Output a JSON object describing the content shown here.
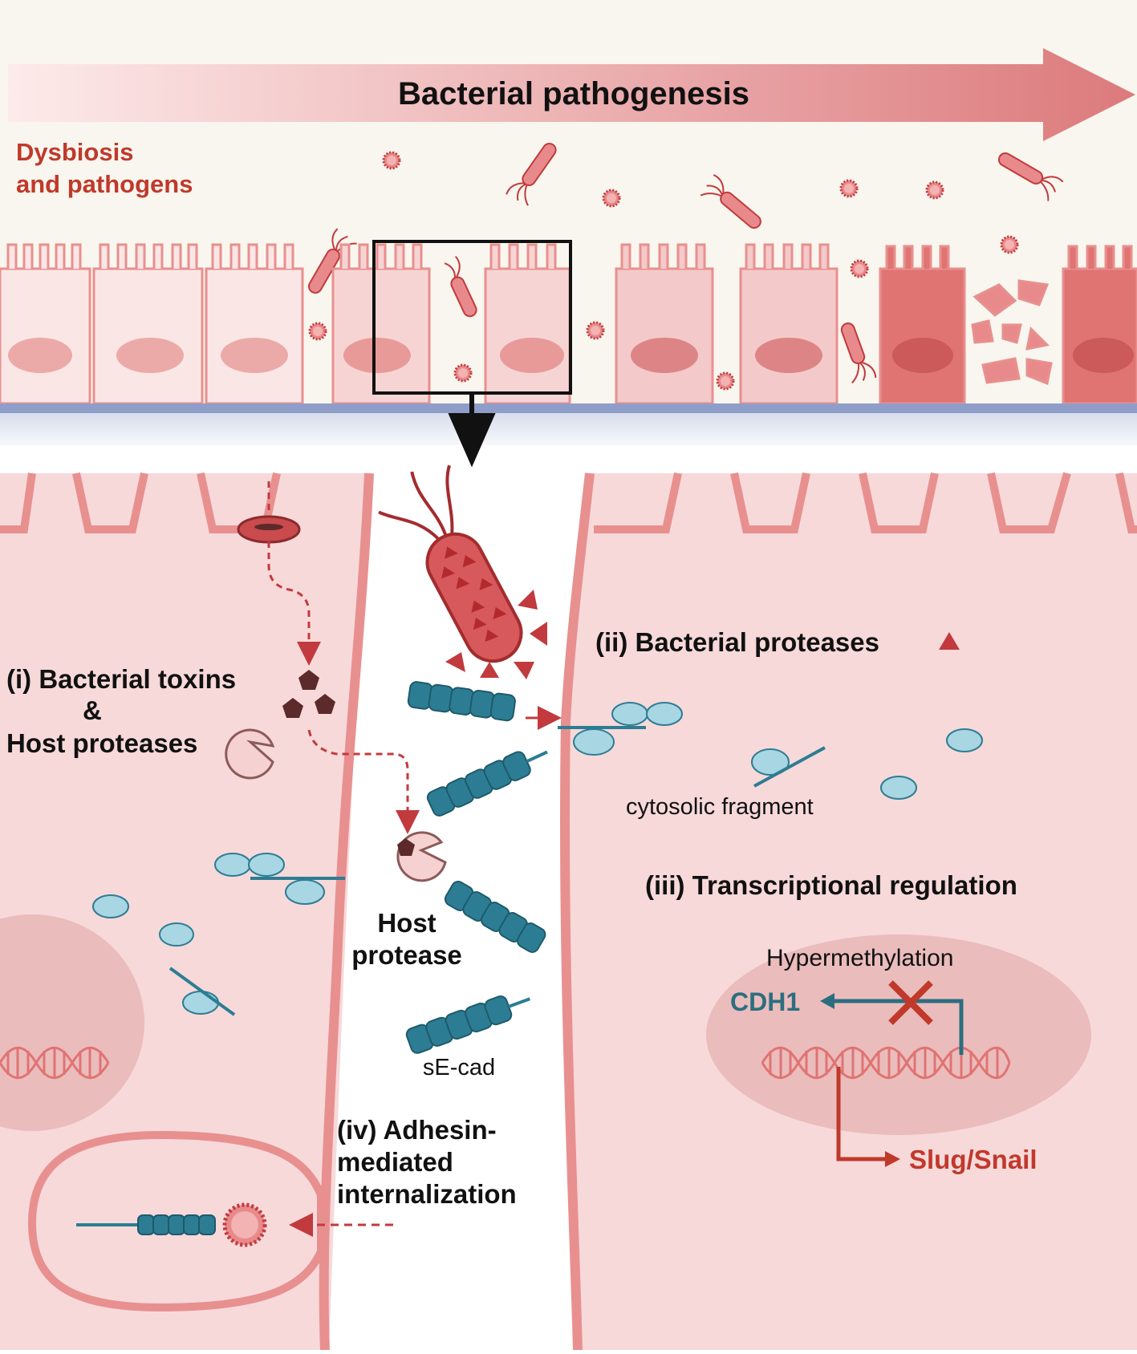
{
  "title": "Bacterial pathogenesis",
  "top_label": {
    "line1": "Dysbiosis",
    "line2": "and pathogens"
  },
  "mechanisms": {
    "toxins": {
      "line1": "(i) Bacterial toxins",
      "line2": "&",
      "line3": "Host proteases"
    },
    "bacterial_proteases": "(ii)  Bacterial proteases",
    "transcriptional": "(iii) Transcriptional regulation",
    "adhesin": {
      "line1": "(iv) Adhesin-",
      "line2": "mediated",
      "line3": "internalization"
    }
  },
  "labels": {
    "cytosolic_fragment": "cytosolic fragment",
    "host_protease": {
      "line1": "Host",
      "line2": "protease"
    },
    "se_cad": "sE-cad",
    "hypermethylation": "Hypermethylation",
    "cdh1": "CDH1",
    "slug_snail": "Slug/Snail"
  },
  "colors": {
    "arrow_start": "#fce4e4",
    "arrow_end": "#dc7a7c",
    "cell_fill": "#f7d9da",
    "cell_stroke": "#e8908f",
    "nucleus": "#e9a3a3",
    "damaged_cell": "#e07473",
    "basement_membrane": "#8e9ec9",
    "bacteria": "#e8787b",
    "bacteria_dark": "#c23a3d",
    "cadherin": "#2c7d93",
    "fragment": "#a9d6e3",
    "toxin": "#5c2a2a",
    "host_protease": "#f5d1d1",
    "red_text": "#c0392b",
    "teal_text": "#2c6e80"
  }
}
